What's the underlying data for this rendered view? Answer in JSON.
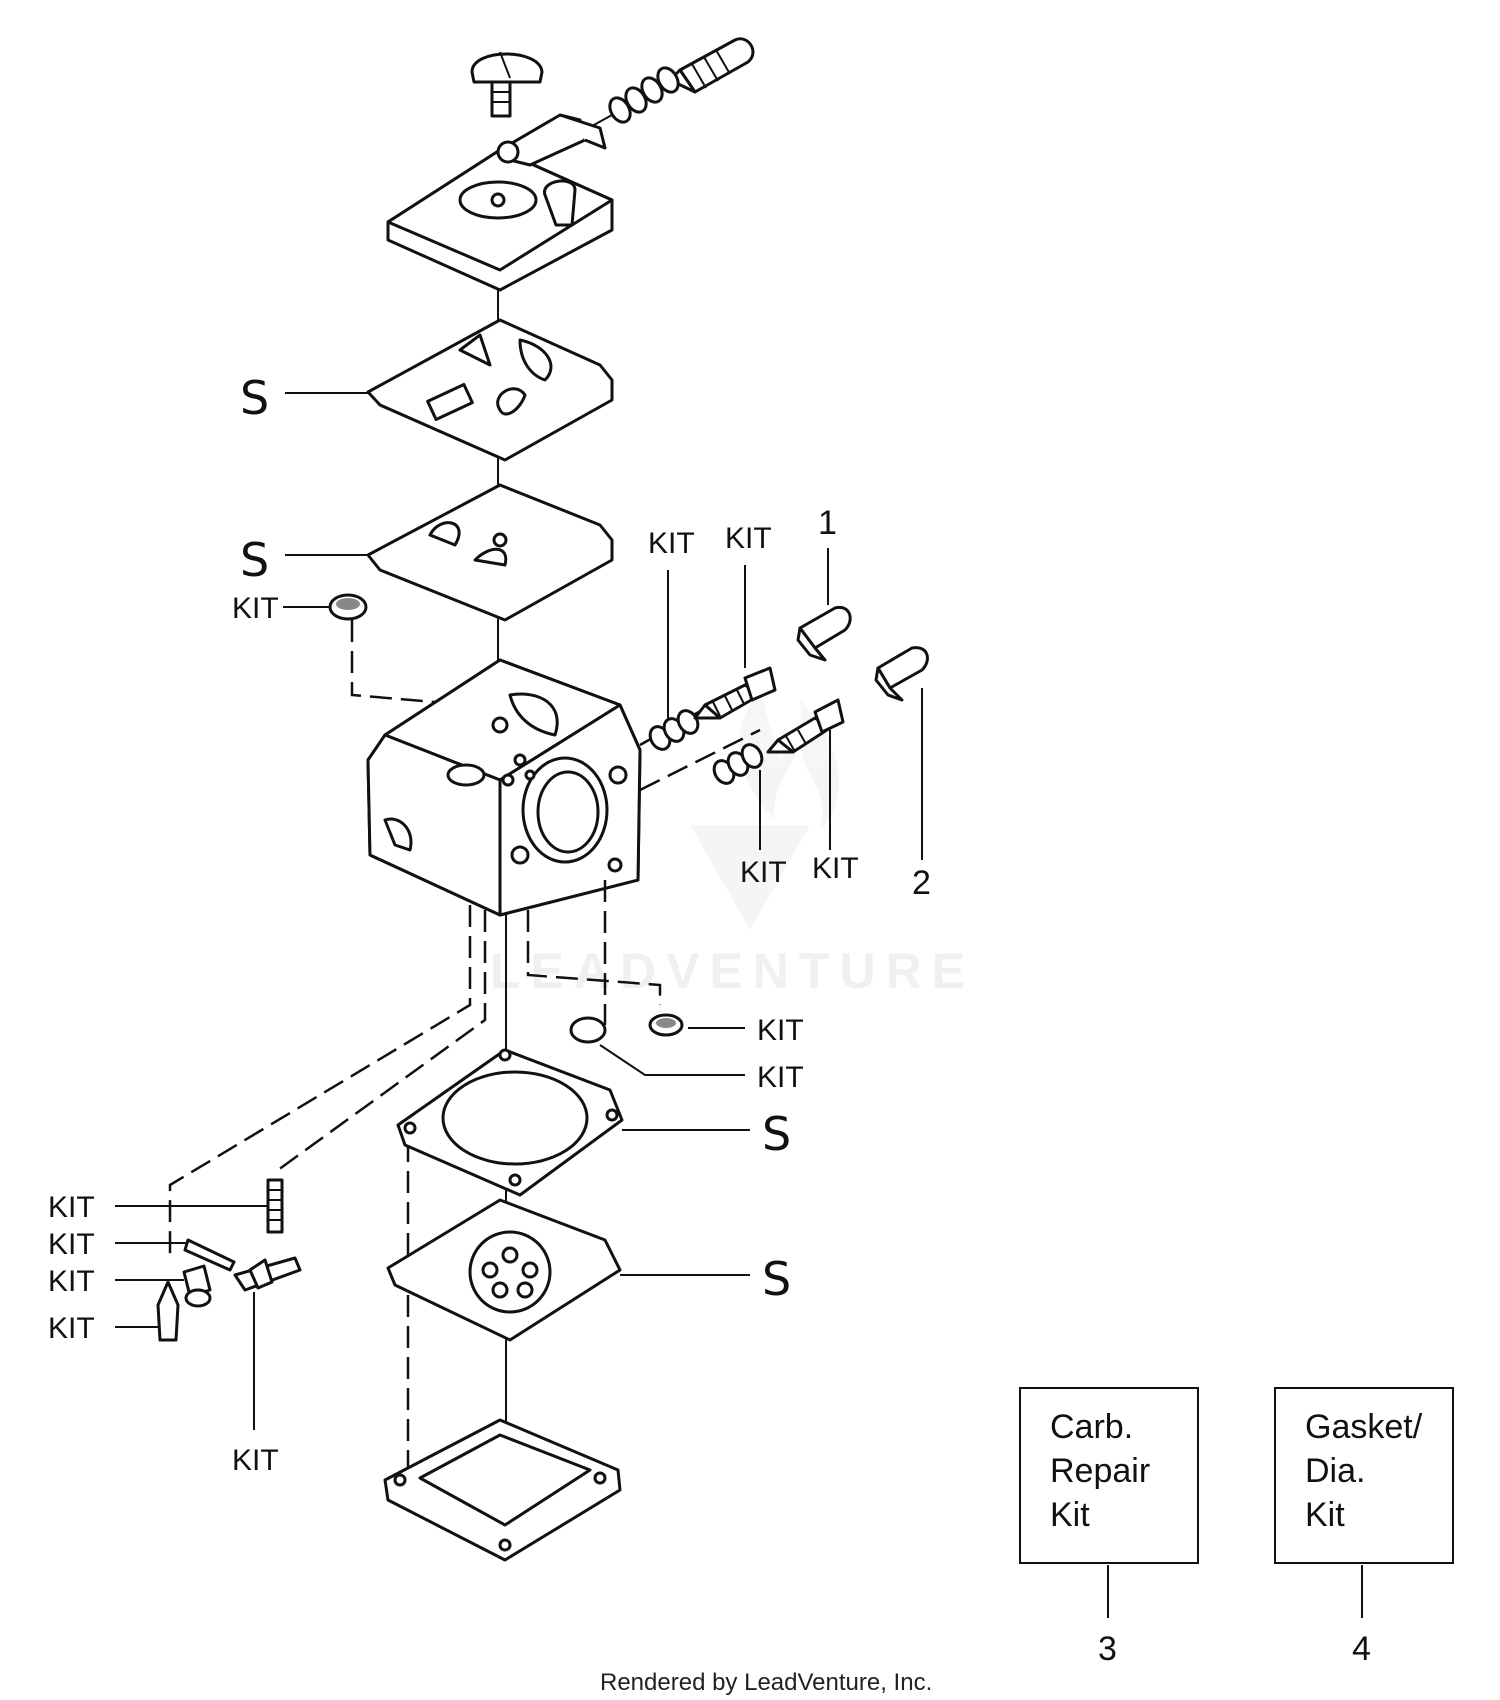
{
  "labels": {
    "s": "S",
    "kit": "KIT",
    "part_1": "1",
    "part_2": "2",
    "part_3": "3",
    "part_4": "4"
  },
  "kit_boxes": {
    "carb_repair": [
      "Carb.",
      "Repair",
      "Kit"
    ],
    "gasket_dia": [
      "Gasket/",
      "Dia.",
      "Kit"
    ]
  },
  "watermark": "LEADVENTURE",
  "footer": "Rendered by LeadVenture, Inc."
}
